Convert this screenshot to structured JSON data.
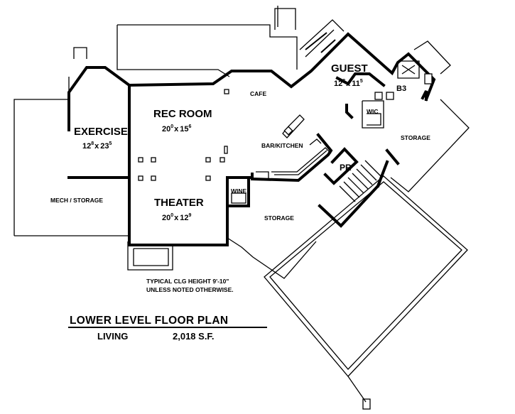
{
  "rooms": {
    "exercise": {
      "name": "EXERCISE",
      "w_ft": "12",
      "w_in": "8",
      "l_ft": "23",
      "l_in": "5"
    },
    "rec_room": {
      "name": "REC ROOM",
      "w_ft": "20",
      "w_in": "0",
      "l_ft": "15",
      "l_in": "6"
    },
    "theater": {
      "name": "THEATER",
      "w_ft": "20",
      "w_in": "0",
      "l_ft": "12",
      "l_in": "9"
    },
    "guest": {
      "name": "GUEST",
      "w_ft": "12",
      "w_in": "8",
      "l_ft": "11",
      "l_in": "5"
    },
    "cafe": "CAFE",
    "bar_kitchen": "BAR/KITCHEN",
    "wine": "WINE",
    "storage_center": "STORAGE",
    "storage_right": "STORAGE",
    "mech_storage": "MECH / STORAGE",
    "wic": "WIC",
    "b3": "B3",
    "pr": "PR"
  },
  "dimension_separator": "x",
  "notes": {
    "ceiling_line1": "TYPICAL CLG HEIGHT 9'-10\"",
    "ceiling_line2": "UNLESS NOTED OTHERWISE."
  },
  "title": {
    "main": "LOWER LEVEL FLOOR PLAN",
    "living_label": "LIVING",
    "area": "2,018 S.F."
  }
}
